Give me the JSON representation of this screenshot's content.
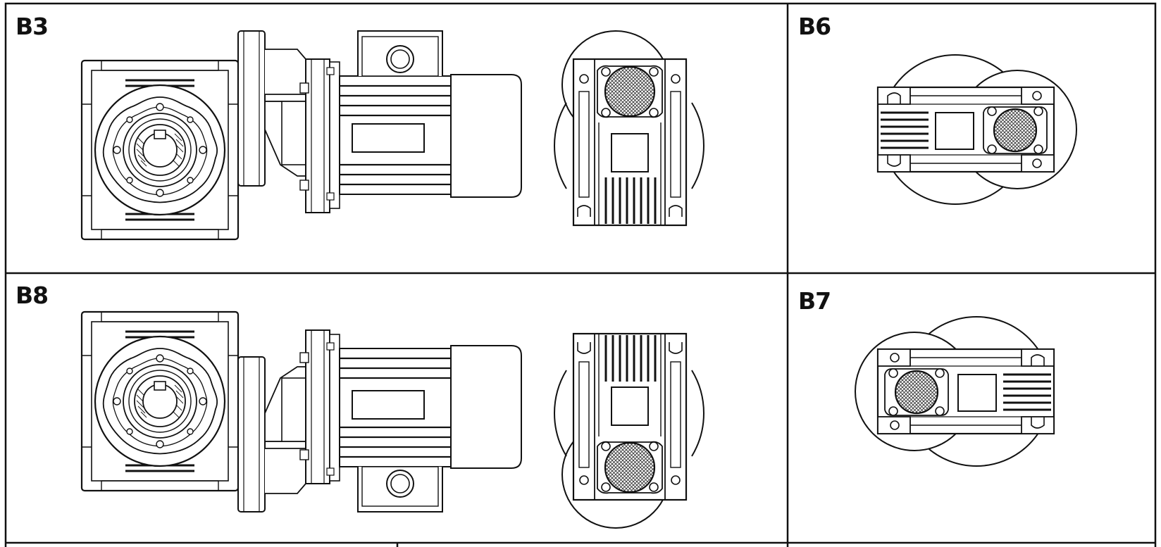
{
  "positions": {
    "b3": {
      "label": "B3"
    },
    "b6": {
      "label": "B6"
    },
    "b8": {
      "label": "B8"
    },
    "b7": {
      "label": "B7"
    }
  },
  "colors": {
    "ink": "#111111",
    "paper": "#ffffff"
  },
  "icons": [
    "worm-gearbox-side-view",
    "flange-motor",
    "gearbox-end-view",
    "gearbox-top-view"
  ]
}
